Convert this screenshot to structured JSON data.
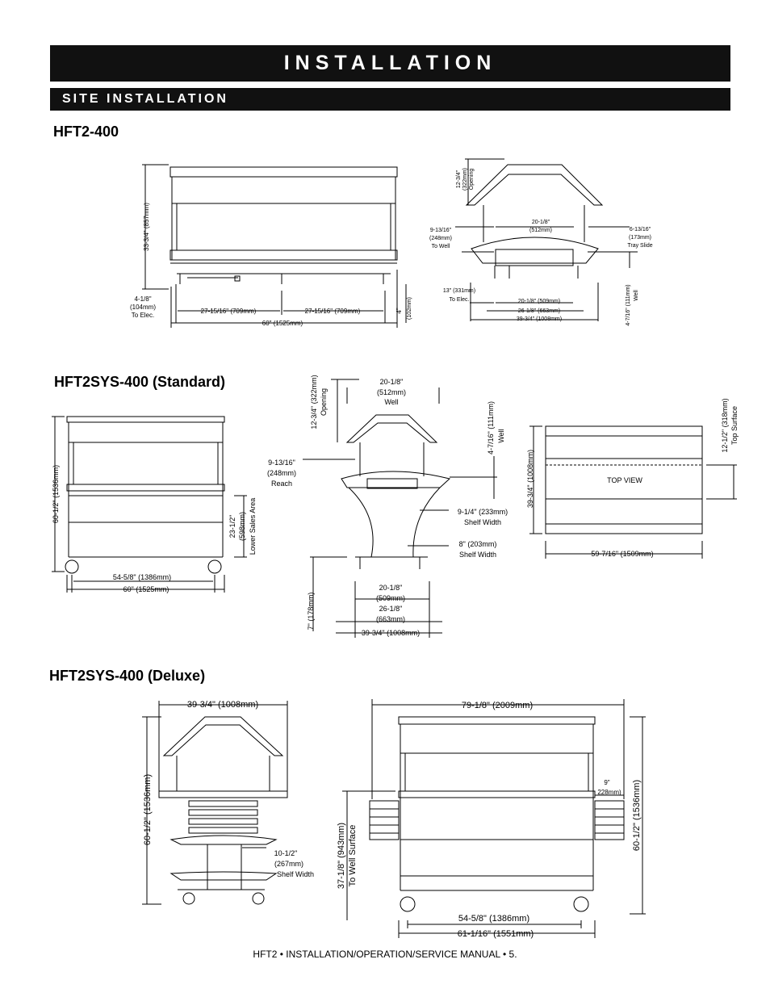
{
  "header": {
    "title": "INSTALLATION",
    "subtitle": "SITE INSTALLATION"
  },
  "sections": {
    "hft2": {
      "title": "HFT2-400",
      "front": {
        "height": "33-3/4\" (857mm)",
        "elec_1": "4-1/8\"",
        "elec_2": "(104mm)",
        "elec_3": "To Elec.",
        "half_left": "27-15/16\" (709mm)",
        "half_right": "27-15/16\" (709mm)",
        "width": "60\" (1525mm)",
        "leg_1": "4\"",
        "leg_2": "(102mm)"
      },
      "side": {
        "opening_1": "12-3/4\"",
        "opening_2": "(322mm)",
        "opening_3": "Opening",
        "well_1": "20-1/8\"",
        "well_2": "(512mm)",
        "towell_1": "9-13/16\"",
        "towell_2": "(248mm)",
        "towell_3": "To Well",
        "tray_1": "6-13/16\"",
        "tray_2": "(173mm)",
        "tray_3": "Tray Slide",
        "elec_1": "13\" (331mm)",
        "elec_2": "To Elec.",
        "inner": "20-1/8\" (509mm)",
        "mid": "26-1/8\" (663mm)",
        "outer": "39-3/4\" (1008mm)",
        "well_depth_1": "4-7/16\" (111mm)",
        "well_depth_2": "Well"
      }
    },
    "standard": {
      "title": "HFT2SYS-400 (Standard)",
      "front": {
        "height": "60-1/2\" (1536mm)",
        "lower_1": "23-1/2\"",
        "lower_2": "(598mm)",
        "lower_3": "Lower Sales Area",
        "inner": "54-5/8\" (1386mm)",
        "width": "60\" (1525mm)"
      },
      "side": {
        "well_1": "20-1/8\"",
        "well_2": "(512mm)",
        "well_3": "Well",
        "opening_1": "12-3/4\" (322mm)",
        "opening_2": "Opening",
        "reach_1": "9-13/16\"",
        "reach_2": "(248mm)",
        "reach_3": "Reach",
        "depth_1": "4-7/16\" (111mm)",
        "depth_2": "Well",
        "shelf1_1": "9-1/4\" (233mm)",
        "shelf1_2": "Shelf Width",
        "shelf2_1": "8\" (203mm)",
        "shelf2_2": "Shelf Width",
        "leg": "7\" (178mm)",
        "b1_1": "20-1/8\"",
        "b1_2": "(509mm)",
        "b2_1": "26-1/8\"",
        "b2_2": "(663mm)",
        "b3": "39-3/4\" (1008mm)"
      },
      "top": {
        "depth": "39-3/4\" (1008mm)",
        "label": "TOP VIEW",
        "surface_1": "12-1/2\" (318mm)",
        "surface_2": "Top Surface",
        "width": "59-7/16\" (1509mm)"
      }
    },
    "deluxe": {
      "title": "HFT2SYS-400 (Deluxe)",
      "side": {
        "width": "39-3/4\" (1008mm)",
        "height": "60-1/2\" (1536mm)",
        "shelf_1": "10-1/2\"",
        "shelf_2": "(267mm)",
        "shelf_3": "Shelf Width"
      },
      "front": {
        "overall": "79-1/8\" (2009mm)",
        "shelf_1": "9\"",
        "shelf_2": "228mm)",
        "height": "60-1/2\" (1536mm)",
        "well_1": "37-1/8\" (943mm)",
        "well_2": "To Well Surface",
        "inner": "54-5/8\" (1386mm)",
        "outer": "61-1/16\" (1551mm)"
      }
    }
  },
  "footer": "HFT2 • INSTALLATION/OPERATION/SERVICE MANUAL • 5."
}
